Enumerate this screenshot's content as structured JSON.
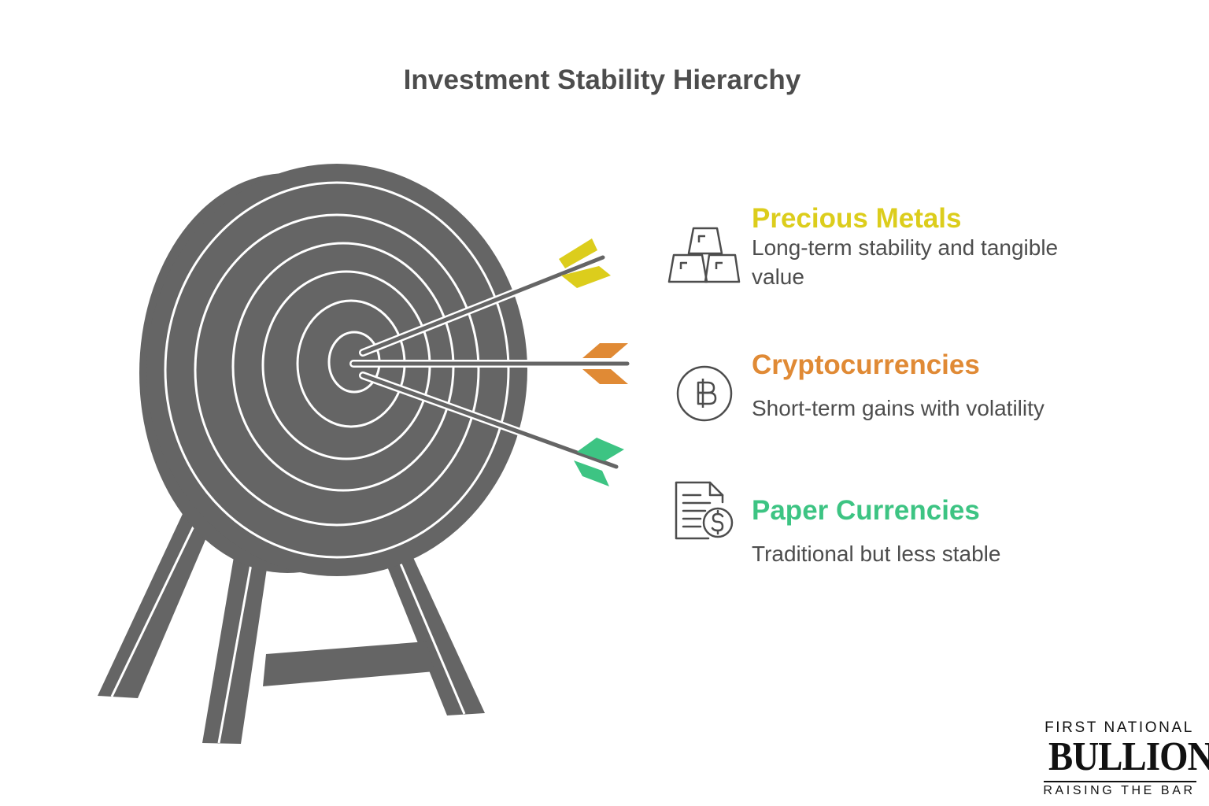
{
  "title": "Investment Stability Hierarchy",
  "colors": {
    "text": "#4d4d4d",
    "target": "#656565",
    "precious_metals": "#dccd1c",
    "cryptocurrencies": "#e08a35",
    "paper_currencies": "#3dc483"
  },
  "items": [
    {
      "title": "Precious Metals",
      "description": "Long-term stability and tangible value",
      "icon": "gold-bars-icon"
    },
    {
      "title": "Cryptocurrencies",
      "description": "Short-term gains with volatility",
      "icon": "bitcoin-coin-icon"
    },
    {
      "title": "Paper Currencies",
      "description": "Traditional but less stable",
      "icon": "dollar-document-icon"
    }
  ],
  "logo": {
    "line1": "FIRST NATIONAL",
    "line2": "BULLION",
    "line3": "RAISING THE BAR"
  }
}
